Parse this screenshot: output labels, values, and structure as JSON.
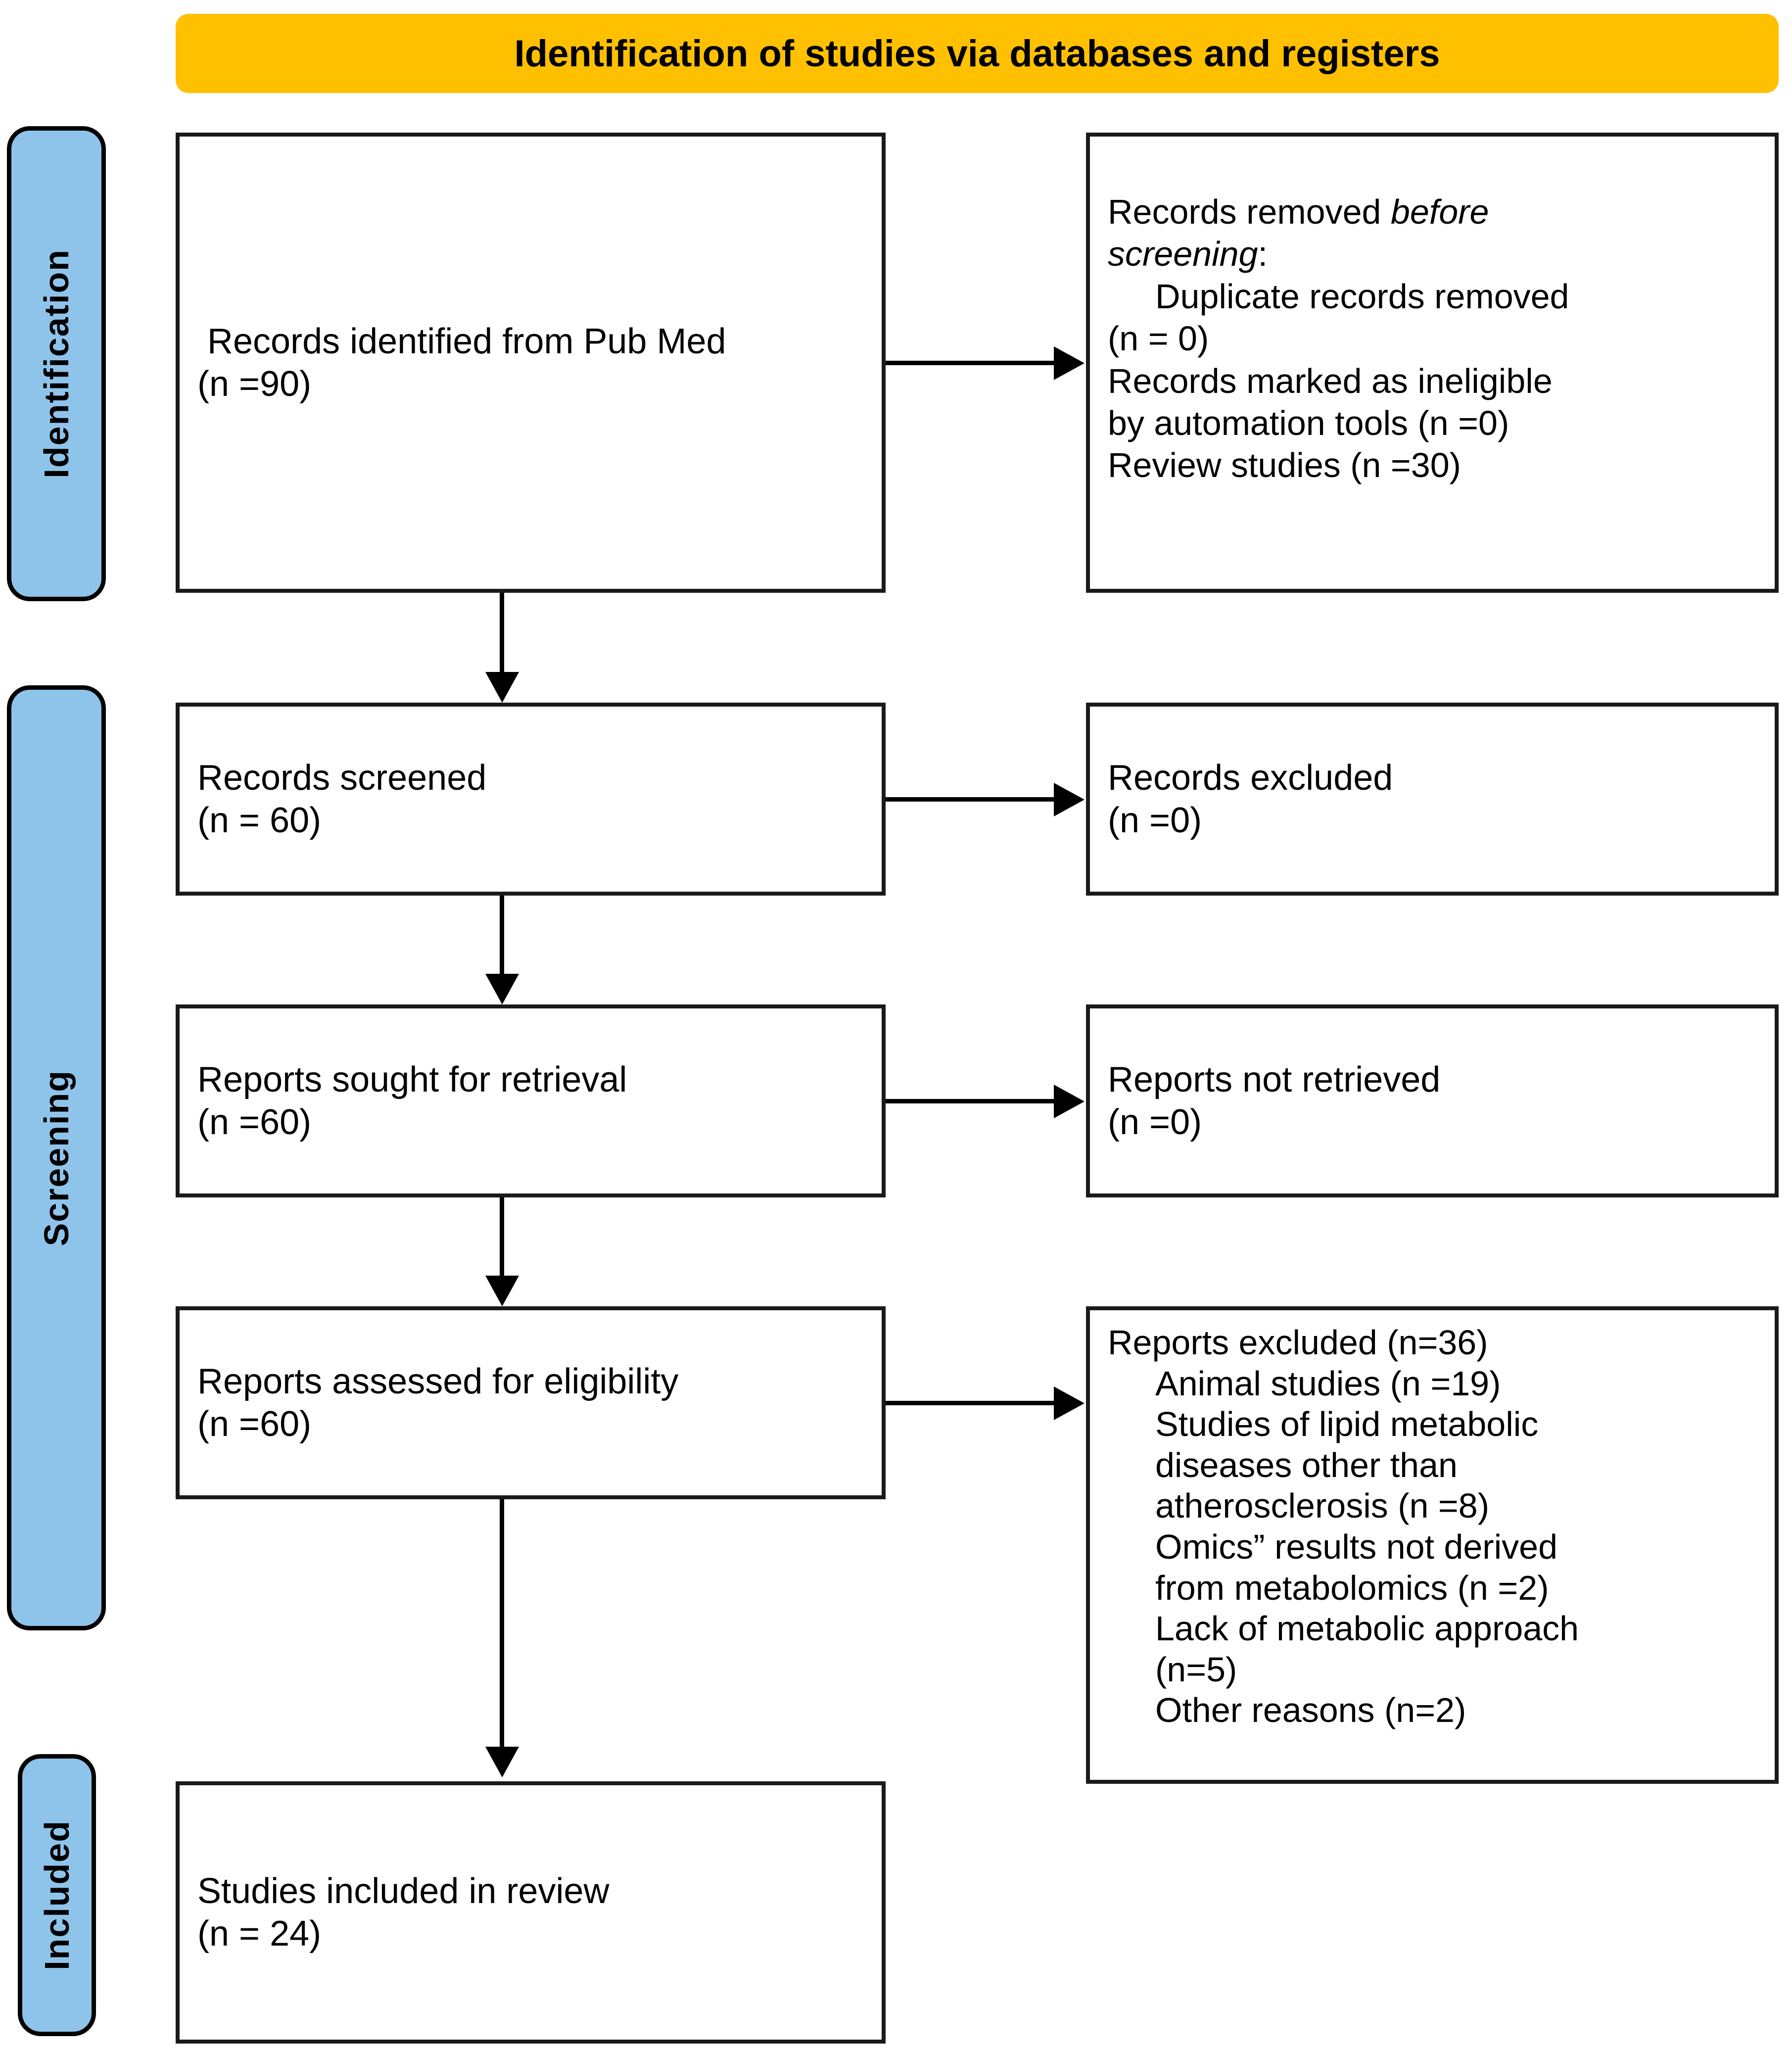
{
  "header": {
    "title": "Identification of studies via databases and registers",
    "background_color": "#FFC000"
  },
  "colors": {
    "rail_blue": "#8FC4EA",
    "banner_yellow": "#FFC000",
    "box_border": "#1a1a1a",
    "text": "#000000"
  },
  "rails": [
    {
      "label": "Identification"
    },
    {
      "label": "Screening"
    },
    {
      "label": "Included"
    }
  ],
  "boxes": {
    "identified": {
      "line1": " Records identified from Pub Med",
      "line2": "(n =90)"
    },
    "removed": {
      "line1_prefix": "Records removed ",
      "line1_italic": "before",
      "line2_italic": "screening",
      "line2_suffix": ":",
      "item1": "Duplicate records removed",
      "item1_n": "(n = 0)",
      "item2a": "Records marked as ineligible",
      "item2b": "by automation tools (n =0)",
      "item3": "Review studies (n =30)"
    },
    "screened": {
      "line1": "Records screened",
      "line2": "(n = 60)"
    },
    "excluded": {
      "line1": "Records excluded",
      "line2": "(n =0)"
    },
    "sought": {
      "line1": "Reports sought for retrieval",
      "line2": "(n =60)"
    },
    "not_retrieved": {
      "line1": "Reports not retrieved",
      "line2": "(n =0)"
    },
    "assessed": {
      "line1": "Reports assessed for eligibility",
      "line2": "(n =60)"
    },
    "reports_excluded": {
      "heading": "Reports excluded (n=36)",
      "item1": "Animal studies (n =19)",
      "item2a": "Studies of lipid metabolic",
      "item2b": "diseases other than",
      "item2c": "atherosclerosis (n =8)",
      "item3a": "Omics” results not derived",
      "item3b": "from metabolomics (n =2)",
      "item4a": "Lack of metabolic approach",
      "item4b": "(n=5)",
      "item5": "Other reasons (n=2)"
    },
    "included": {
      "line1": "Studies included in review",
      "line2": "(n = 24)"
    }
  },
  "flow_data": {
    "type": "prisma-flow",
    "counts": {
      "records_identified_pubmed": 90,
      "duplicate_records_removed": 0,
      "records_marked_ineligible_by_automation": 0,
      "review_studies_removed": 30,
      "records_screened": 60,
      "records_excluded": 0,
      "reports_sought_for_retrieval": 60,
      "reports_not_retrieved": 0,
      "reports_assessed_for_eligibility": 60,
      "reports_excluded_total": 36,
      "excluded_animal_studies": 19,
      "excluded_lipid_metabolic_diseases_other_than_atherosclerosis": 8,
      "excluded_omics_not_from_metabolomics": 2,
      "excluded_lack_of_metabolic_approach": 5,
      "excluded_other_reasons": 2,
      "studies_included_in_review": 24
    }
  }
}
